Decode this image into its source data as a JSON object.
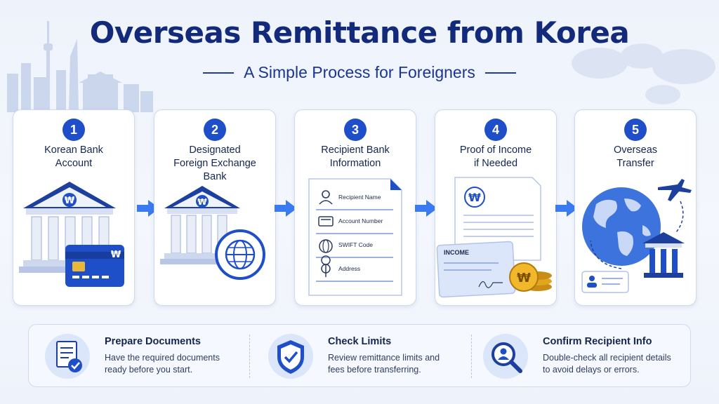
{
  "header": {
    "title": "Overseas Remittance from Korea",
    "subtitle": "A Simple Process for Foreigners"
  },
  "steps": [
    {
      "number": "1",
      "label": "Korean Bank\nAccount"
    },
    {
      "number": "2",
      "label": "Designated\nForeign Exchange\nBank"
    },
    {
      "number": "3",
      "label": "Recipient Bank\nInformation",
      "fields": [
        "Recipient Name",
        "Account Number",
        "SWIFT Code",
        "Address"
      ]
    },
    {
      "number": "4",
      "label": "Proof of Income\nif Needed",
      "doc_label": "INCOME"
    },
    {
      "number": "5",
      "label": "Overseas\nTransfer"
    }
  ],
  "currency_symbol": "₩",
  "tips": [
    {
      "title": "Prepare Documents",
      "desc": "Have the required documents\nready before you start.",
      "icon": "document-check-icon"
    },
    {
      "title": "Check Limits",
      "desc": "Review remittance limits and\nfees before transferring.",
      "icon": "shield-check-icon"
    },
    {
      "title": "Confirm Recipient Info",
      "desc": "Double-check all recipient details\nto avoid delays or errors.",
      "icon": "magnifier-user-icon"
    }
  ],
  "colors": {
    "primary": "#1e4fc9",
    "navy": "#13297a",
    "gold": "#e3a51c",
    "light_blue": "#dbe6fb"
  }
}
